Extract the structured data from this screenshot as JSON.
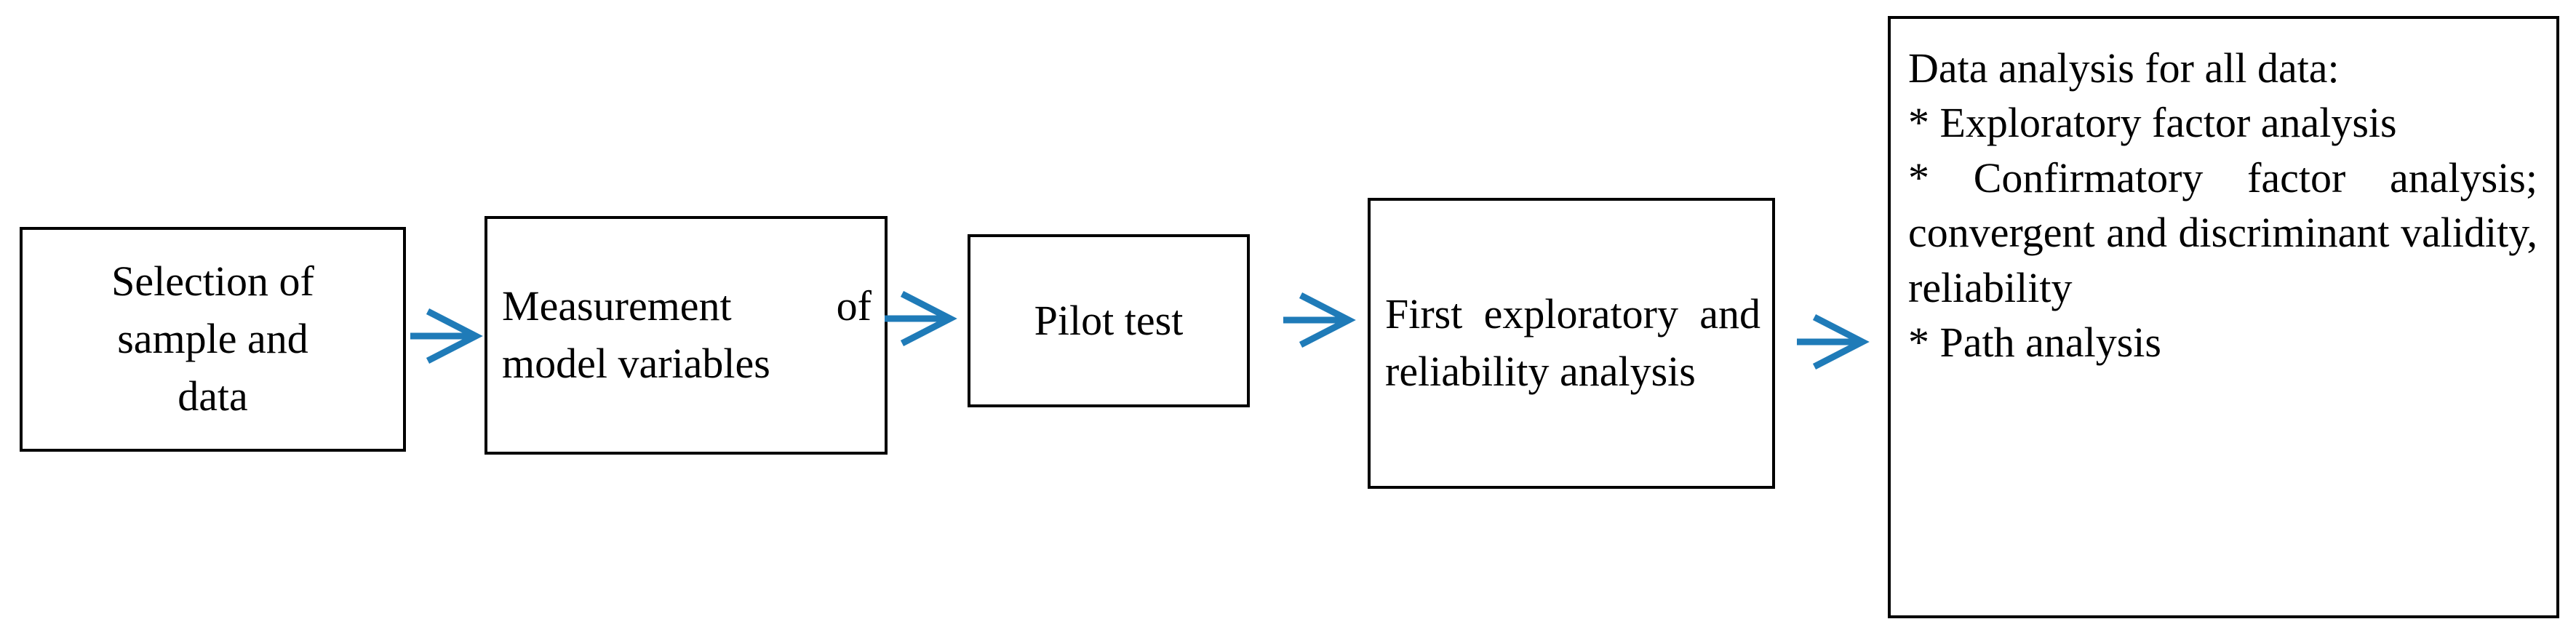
{
  "diagram": {
    "title": "Research process flowchart",
    "accent_color": "#1F7BB8",
    "box_border_color": "#000000",
    "background_color": "#FFFFFF",
    "text_color": "#000000",
    "nodes": [
      {
        "id": "selection",
        "label": "Selection of sample and data",
        "lines": "Selection of\nsample and\ndata"
      },
      {
        "id": "measurement",
        "label": "Measurement of model variables",
        "lines": "Measurement of model variables"
      },
      {
        "id": "pilot",
        "label": "Pilot test",
        "lines": "Pilot test"
      },
      {
        "id": "first-analysis",
        "label": "First exploratory and reliability analysis",
        "lines": "First exploratory and reliability analysis"
      },
      {
        "id": "data-analysis",
        "label": "Data analysis for all data",
        "lines": "Data analysis for all data:\n* Exploratory factor analysis\n* Confirmatory factor analysis; convergent and discriminant validity, reliability\n* Path analysis"
      }
    ],
    "arrows": [
      {
        "id": "arrow-1",
        "from": "selection",
        "to": "measurement",
        "icon": "arrow-right-icon"
      },
      {
        "id": "arrow-2",
        "from": "measurement",
        "to": "pilot",
        "icon": "arrow-right-icon"
      },
      {
        "id": "arrow-3",
        "from": "pilot",
        "to": "first-analysis",
        "icon": "arrow-right-icon"
      },
      {
        "id": "arrow-4",
        "from": "first-analysis",
        "to": "data-analysis",
        "icon": "arrow-right-icon"
      }
    ]
  }
}
